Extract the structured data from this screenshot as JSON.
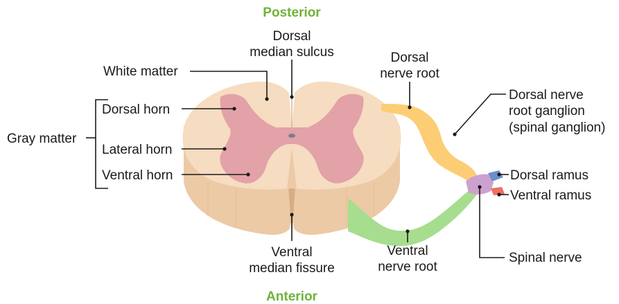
{
  "orientation": {
    "top": "Posterior",
    "bottom": "Anterior"
  },
  "labels": {
    "dorsal_median_sulcus": [
      "Dorsal",
      "median sulcus"
    ],
    "white_matter": "White matter",
    "gray_matter": "Gray matter",
    "dorsal_horn": "Dorsal horn",
    "lateral_horn": "Lateral horn",
    "ventral_horn": "Ventral horn",
    "ventral_median_fissure": [
      "Ventral",
      "median fissure"
    ],
    "dorsal_nerve_root": [
      "Dorsal",
      "nerve root"
    ],
    "dorsal_root_ganglion": [
      "Dorsal nerve",
      "root ganglion",
      "(spinal ganglion)"
    ],
    "dorsal_ramus": "Dorsal ramus",
    "ventral_ramus": "Ventral ramus",
    "ventral_nerve_root": [
      "Ventral",
      "nerve root"
    ],
    "spinal_nerve": "Spinal nerve"
  },
  "colors": {
    "white_matter": "#f6dcc0",
    "white_matter_side": "#eccaa6",
    "gray_matter": "#e3a1a8",
    "dorsal_root": "#fccd74",
    "ventral_root": "#a6dd8e",
    "spinal_nerve": "#cda1cf",
    "dorsal_ramus": "#6d8fc9",
    "ventral_ramus": "#f06f5e",
    "orientation_text": "#6fb33a"
  }
}
